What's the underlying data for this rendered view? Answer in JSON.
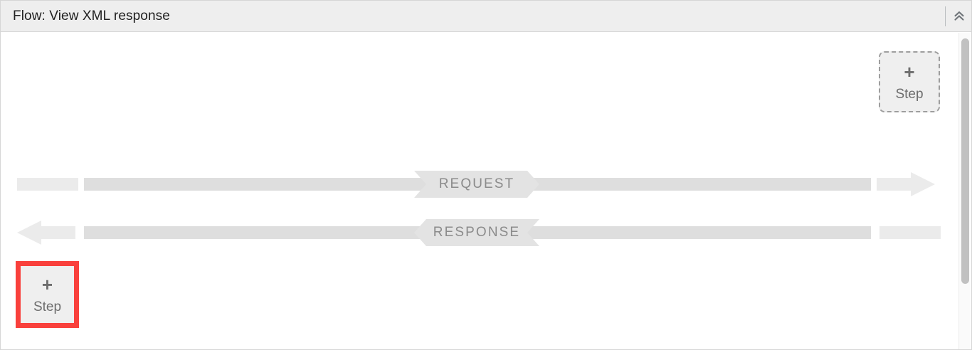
{
  "header": {
    "title": "Flow: View XML response",
    "collapse_icon": "double-chevron-up-icon"
  },
  "canvas": {
    "steps": [
      {
        "id": "add-step-top-right",
        "plus": "+",
        "label": "Step",
        "state": "dashed-placeholder",
        "border_color": "#9e9e9e"
      },
      {
        "id": "add-step-bottom-left",
        "plus": "+",
        "label": "Step",
        "state": "selected",
        "border_color": "#f9403c"
      }
    ],
    "lanes": [
      {
        "id": "request-lane",
        "label": "REQUEST",
        "direction": "right",
        "arrow_icon": "arrow-right-icon",
        "bar_color": "#dedede",
        "stub_color": "#ebebeb",
        "label_color": "#8b8b8b"
      },
      {
        "id": "response-lane",
        "label": "RESPONSE",
        "direction": "left",
        "arrow_icon": "arrow-left-icon",
        "bar_color": "#dedede",
        "stub_color": "#ebebeb",
        "label_color": "#8b8b8b"
      }
    ]
  },
  "scrollbar": {
    "orientation": "vertical",
    "thumb_color": "#c1c1c1",
    "track_color": "#fafafa"
  },
  "colors": {
    "header_bg": "#eeeeee",
    "canvas_bg": "#ffffff",
    "panel_border": "#d6d6d6",
    "accent_selected": "#f9403c",
    "step_fill": "#efefef",
    "step_text": "#6d6d6d"
  }
}
